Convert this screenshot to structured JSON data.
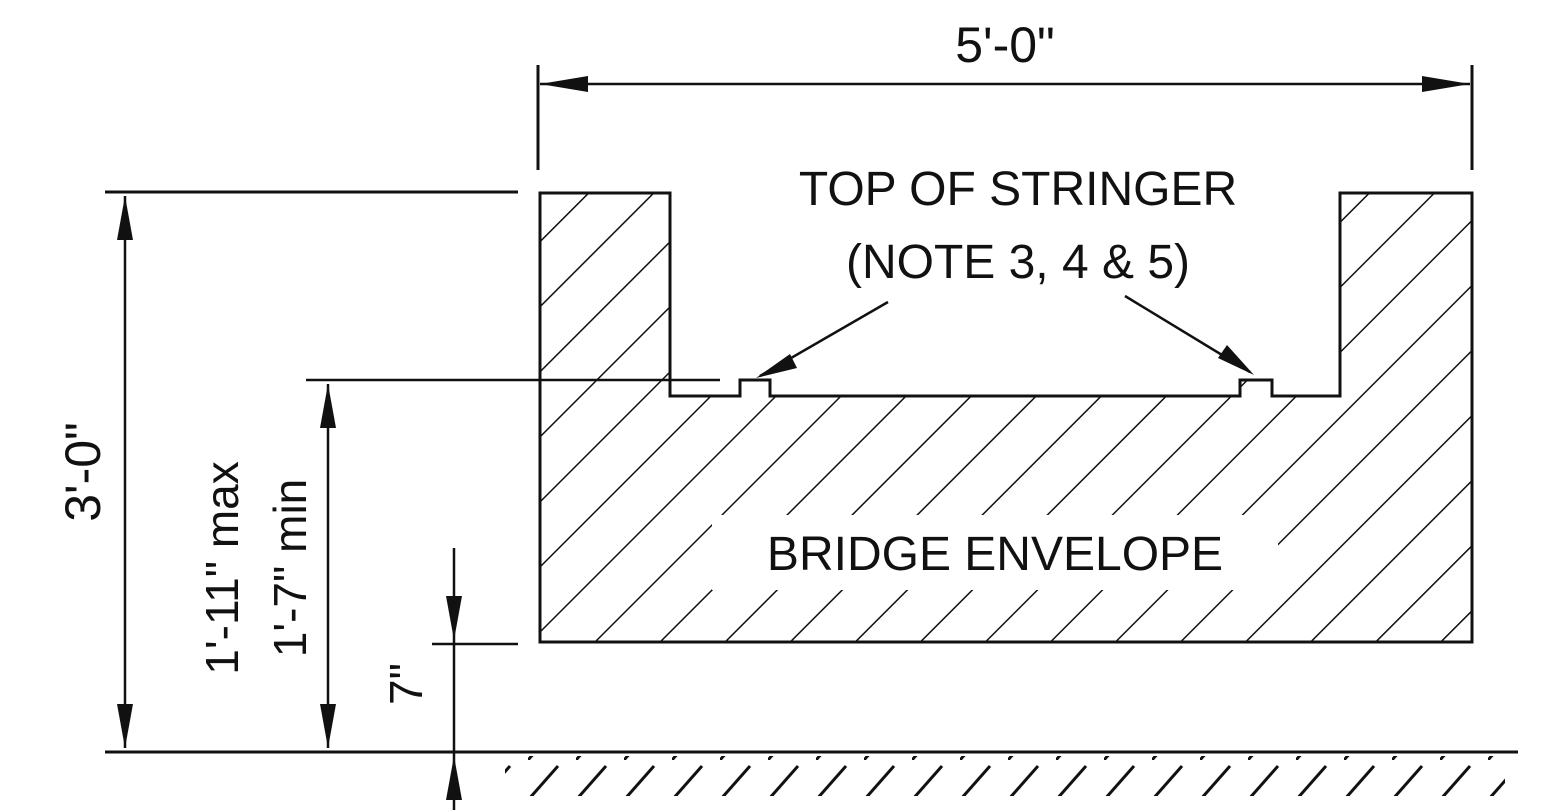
{
  "labels": {
    "width_dim": "5'-0\"",
    "height_dim": "3'-0\"",
    "max_dim": "1'-11\" max",
    "min_dim": "1'-7\" min",
    "clearance_dim": "7\"",
    "stringer_title": "TOP OF STRINGER",
    "stringer_note": "(NOTE 3, 4 & 5)",
    "envelope": "BRIDGE ENVELOPE"
  },
  "colors": {
    "line": "#111111",
    "background": "#ffffff"
  }
}
